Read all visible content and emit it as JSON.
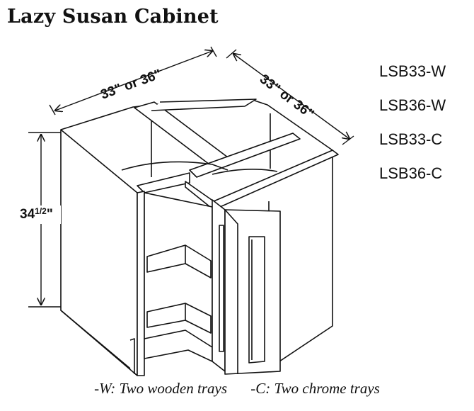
{
  "title": "Lazy Susan Cabinet",
  "dimensions": {
    "width_left": "33\" or 36\"",
    "width_right": "33\" or 36\"",
    "height_main": "34",
    "height_frac": "1/2",
    "height_inch": "\""
  },
  "models": [
    "LSB33-W",
    "LSB36-W",
    "LSB33-C",
    "LSB36-C"
  ],
  "legend": {
    "wooden": "-W: Two wooden trays",
    "chrome": "-C: Two chrome trays"
  }
}
